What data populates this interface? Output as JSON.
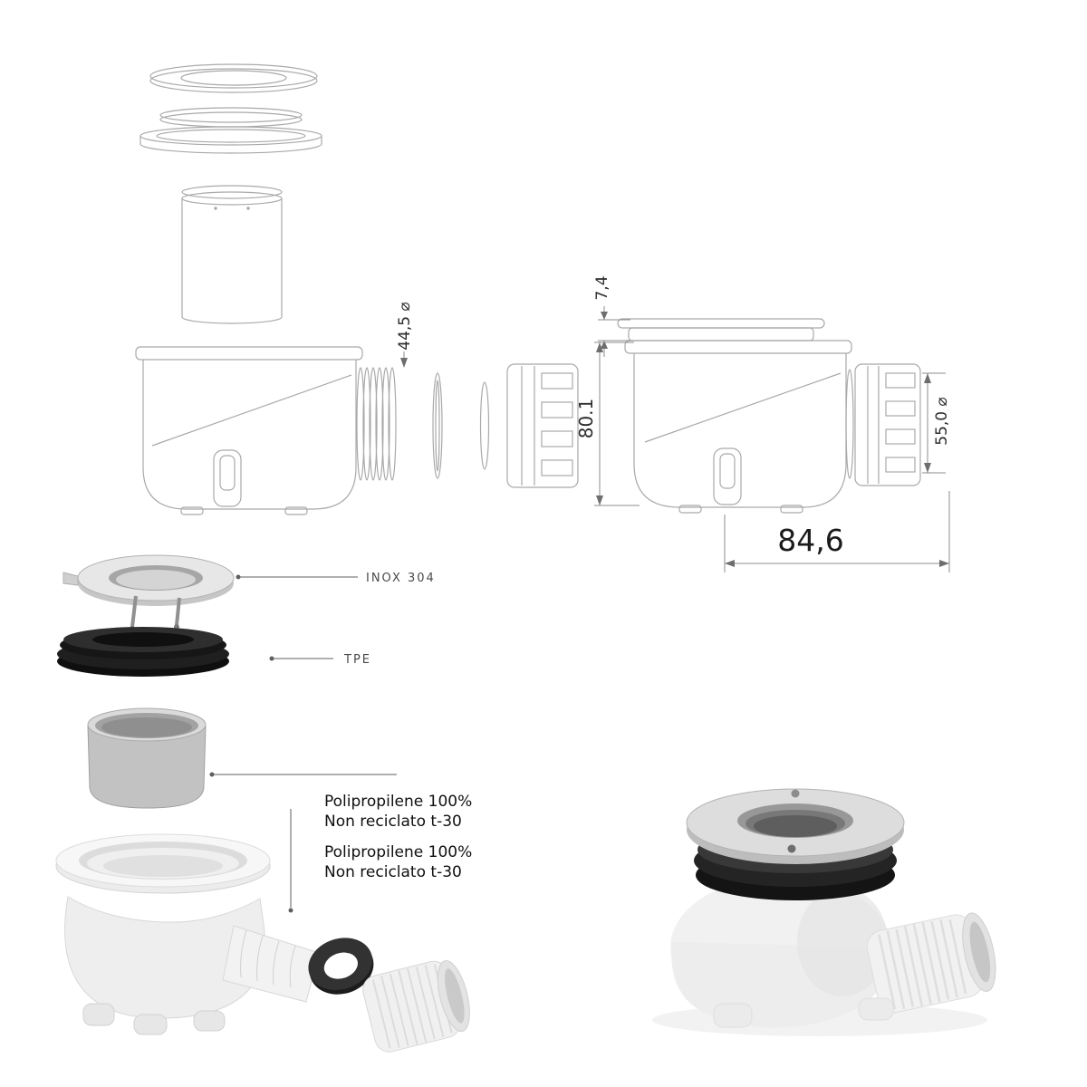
{
  "colors": {
    "background": "#ffffff",
    "line_art": "#a9a9a9",
    "dimension_lines": "#8c8c8c",
    "dimension_text": "#2d2d2d",
    "callout_lines": "#5f5f5f",
    "material_label_text": "#4a4a4a",
    "polypropylene_label_text": "#101010",
    "gasket_black": "#1d1d1d",
    "chrome_gray": "#d9d9d9",
    "plastic_white": "#f1f1f1"
  },
  "dimension_annotations": {
    "outlet_diameter": "44,5 ⌀",
    "flange_height": "7,4",
    "overall_height": "80.1",
    "nut_diameter": "55,0 ⌀",
    "overall_width": "84,6"
  },
  "material_labels": {
    "cover": "INOX 304",
    "gasket": "TPE",
    "cup_line1": "Polipropilene 100%",
    "cup_line2": "Non reciclato t-30",
    "body_line1": "Polipropilene 100%",
    "body_line2": "Non reciclato t-30"
  }
}
